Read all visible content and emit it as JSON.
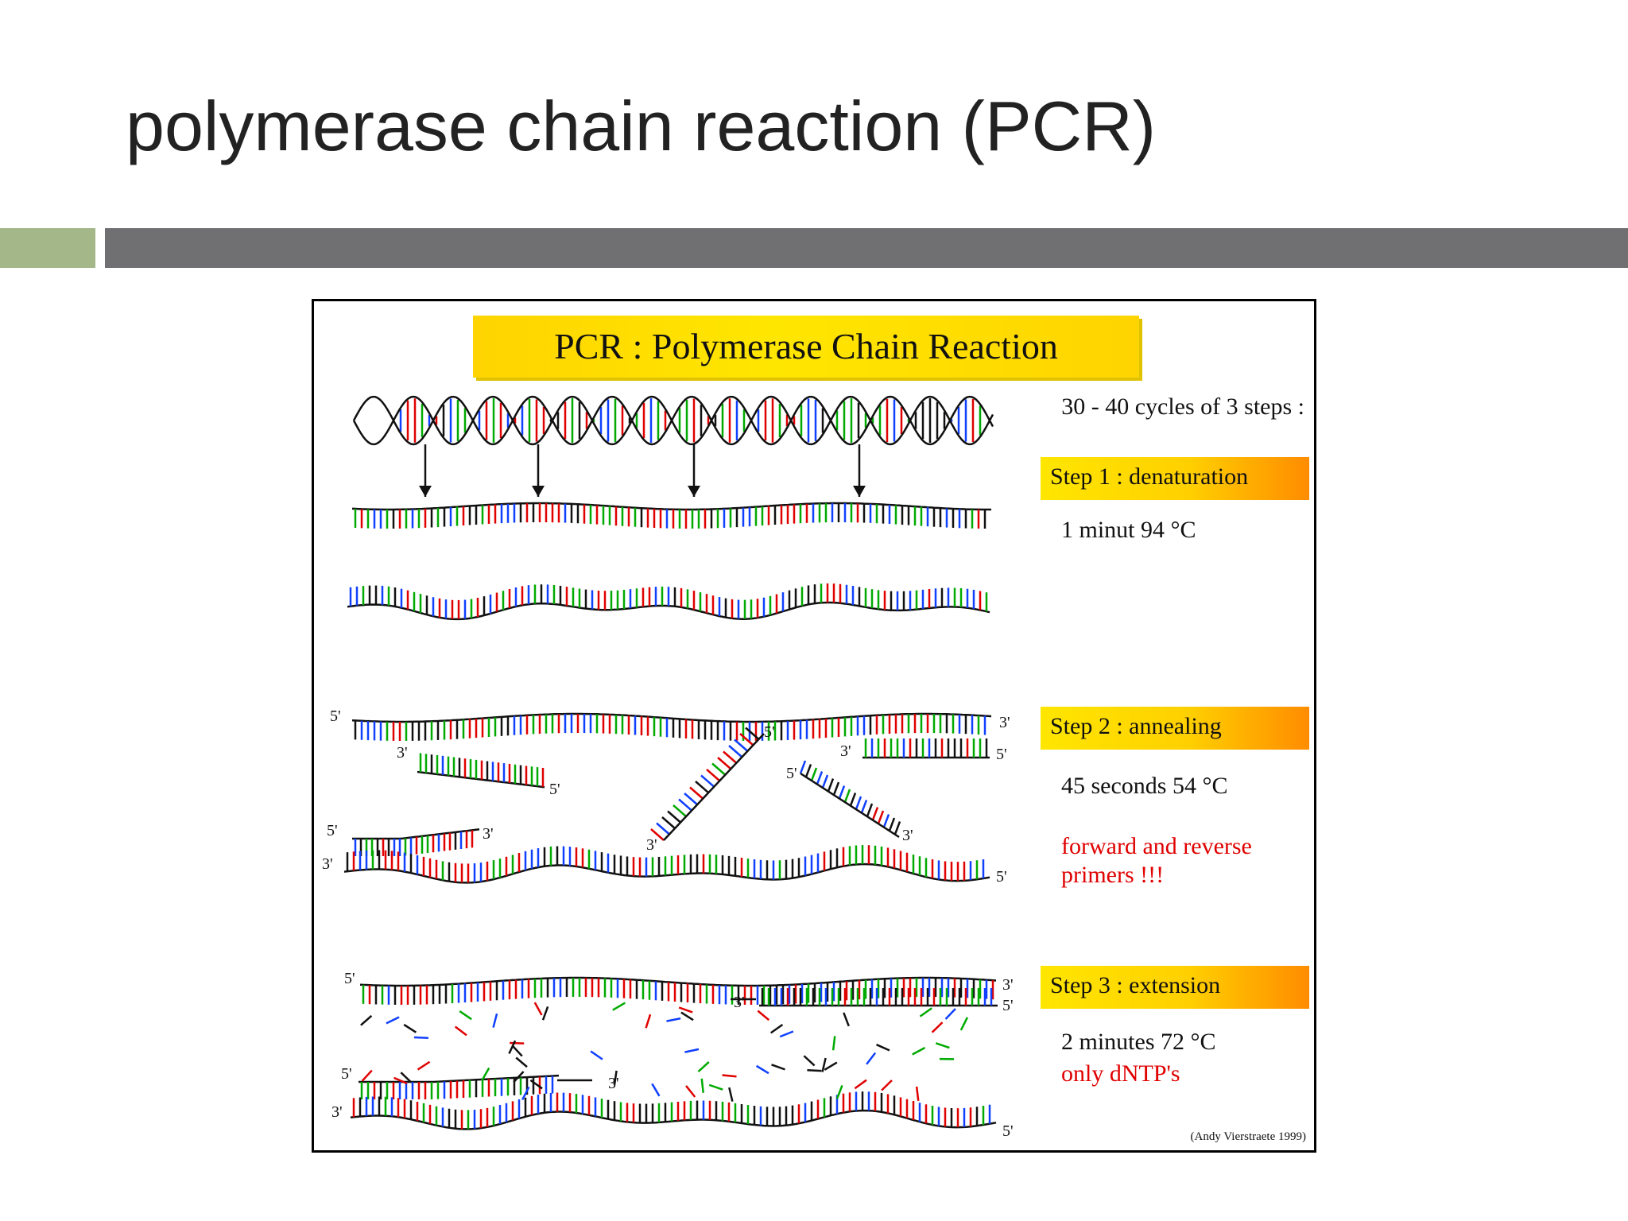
{
  "slide": {
    "title": "polymerase chain reaction (PCR)"
  },
  "colors": {
    "accent_green": "#a4b788",
    "bar_gray": "#707073",
    "title_yellow": "#ffd400",
    "step_orange": "#ff8c00",
    "primer_red": "#e00000"
  },
  "figure": {
    "title": "PCR : Polymerase Chain Reaction",
    "cycles": "30 - 40 cycles of 3 steps :",
    "credit": "(Andy Vierstraete 1999)",
    "steps": [
      {
        "label": "Step 1 : denaturation",
        "conditions": [
          "1 minut 94 °C"
        ]
      },
      {
        "label": "Step 2 : annealing",
        "conditions": [
          "45 seconds 54 °C"
        ],
        "note_lines": [
          "forward and reverse",
          "primers !!!"
        ]
      },
      {
        "label": "Step 3 : extension",
        "conditions": [
          "2 minutes 72 °C"
        ],
        "note_lines": [
          "only dNTP's"
        ]
      }
    ],
    "end_labels": {
      "five": "5'",
      "three": "3'"
    },
    "base_colors": [
      "#e00000",
      "#00aa00",
      "#1040ff",
      "#111111"
    ]
  }
}
